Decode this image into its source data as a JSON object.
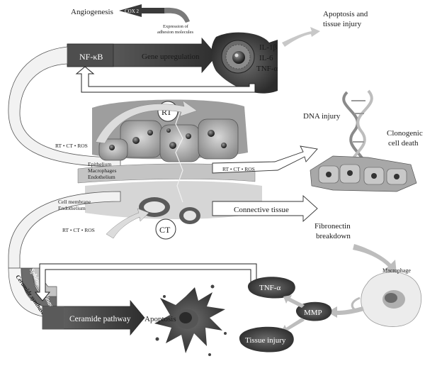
{
  "labels": {
    "angiogenesis": "Angiogenesis",
    "cox2": "COX 2",
    "expression_line1": "Expression of",
    "expression_line2": "adhesion molecules",
    "nfkb": "NF-κB",
    "gene_upregulation": "Gene upregulation",
    "il1b": "IL-1β",
    "il6": "IL-6",
    "tnfa_top": "TNF-α",
    "apoptosis_injury_line1": "Apoptosis and",
    "apoptosis_injury_line2": "tissue injury",
    "rt_circle": "RT",
    "dna_injury": "DNA injury",
    "clonogenic_line1": "Clonogenic",
    "clonogenic_line2": "cell death",
    "rt_ct_ros_1": "RT • CT • ROS",
    "epithelium": "Epithelium",
    "macrophages": "Macrophages",
    "endothelium_1": "Endothelium",
    "rt_ct_ros_2": "RT • CT • ROS",
    "cell_membrane": "Cell membrane",
    "endothelium_2": "Endothelium",
    "connective_tissue": "Connective tissue",
    "ct_circle": "CT",
    "rt_ct_ros_3": "RT • CT • ROS",
    "fibronectin_line1": "Fibronectin",
    "fibronectin_line2": "breakdown",
    "macrophage": "Macrophage",
    "sphingomyelinase": "Sphingomyelinase",
    "ceramide_synthase": "Ceramide synthase",
    "ceramide_pathway": "Ceramide pathway",
    "apoptosis": "Apoptosis",
    "tnfa_bottom": "TNF-α",
    "mmp": "MMP",
    "tissue_injury": "Tissue injury"
  },
  "colors": {
    "dark_fill": "#4a4a4a",
    "mid_fill": "#8a8a8a",
    "light_fill": "#d6d6d6",
    "outline": "#3a3a3a",
    "cell_fill": "#b8b8b8"
  }
}
